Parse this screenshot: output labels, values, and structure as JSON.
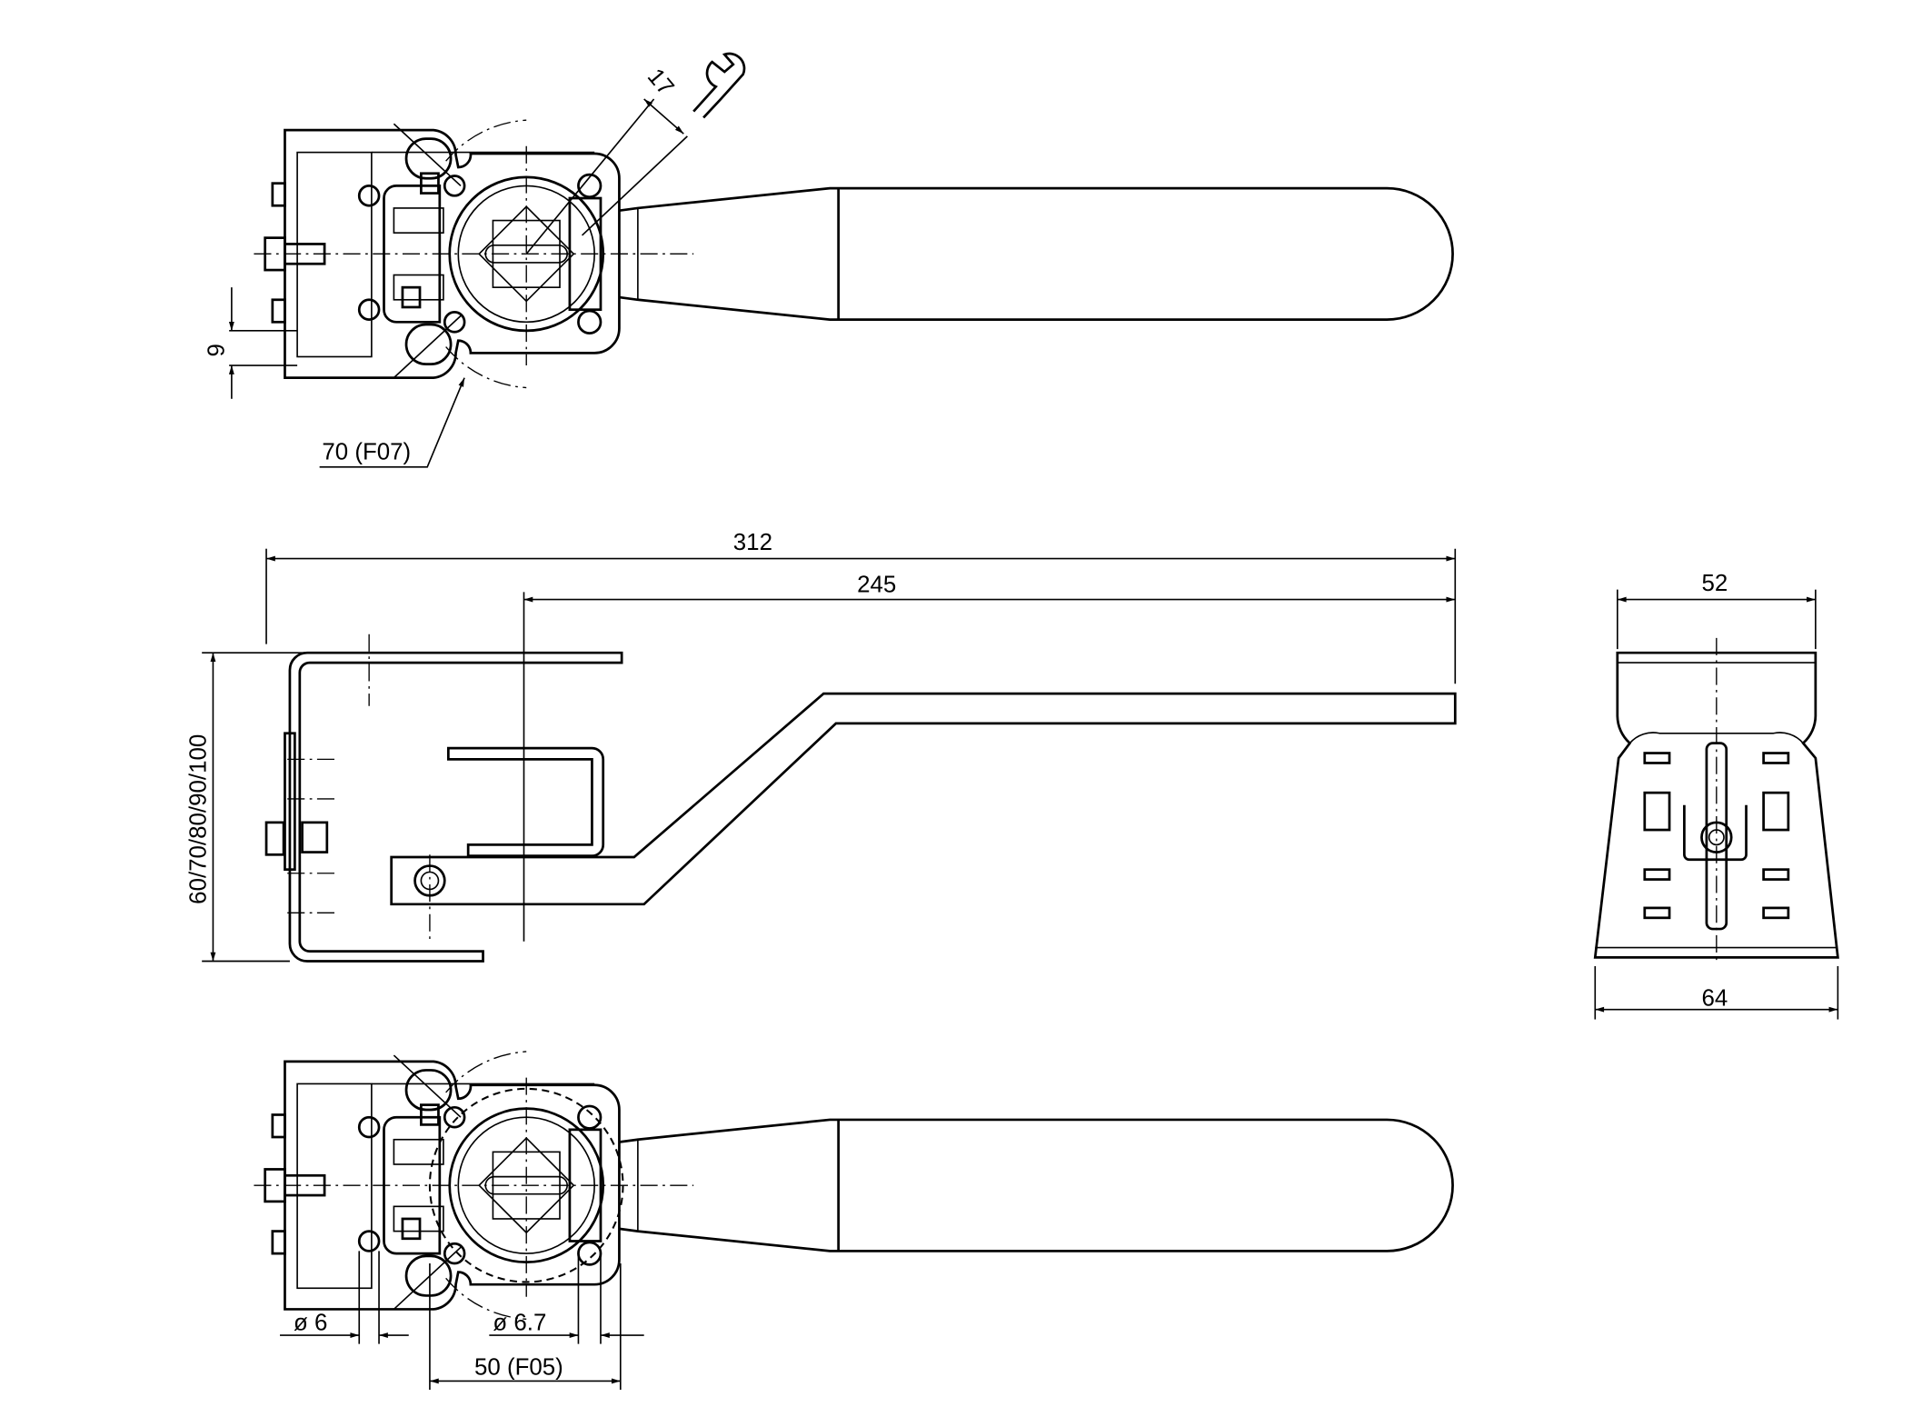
{
  "drawing": {
    "top_view": {
      "wrench_size": "17",
      "offset": "9",
      "flange_pcd": "70 (F07)"
    },
    "side_view": {
      "overall_length": "312",
      "handle_length": "245",
      "heights": "60/70/80/90/100"
    },
    "end_view": {
      "top_width": "52",
      "base_width": "64"
    },
    "bottom_view": {
      "hole_dia_small": "ø 6",
      "hole_dia_large": "ø 6.7",
      "flange_pcd": "50 (F05)"
    }
  }
}
